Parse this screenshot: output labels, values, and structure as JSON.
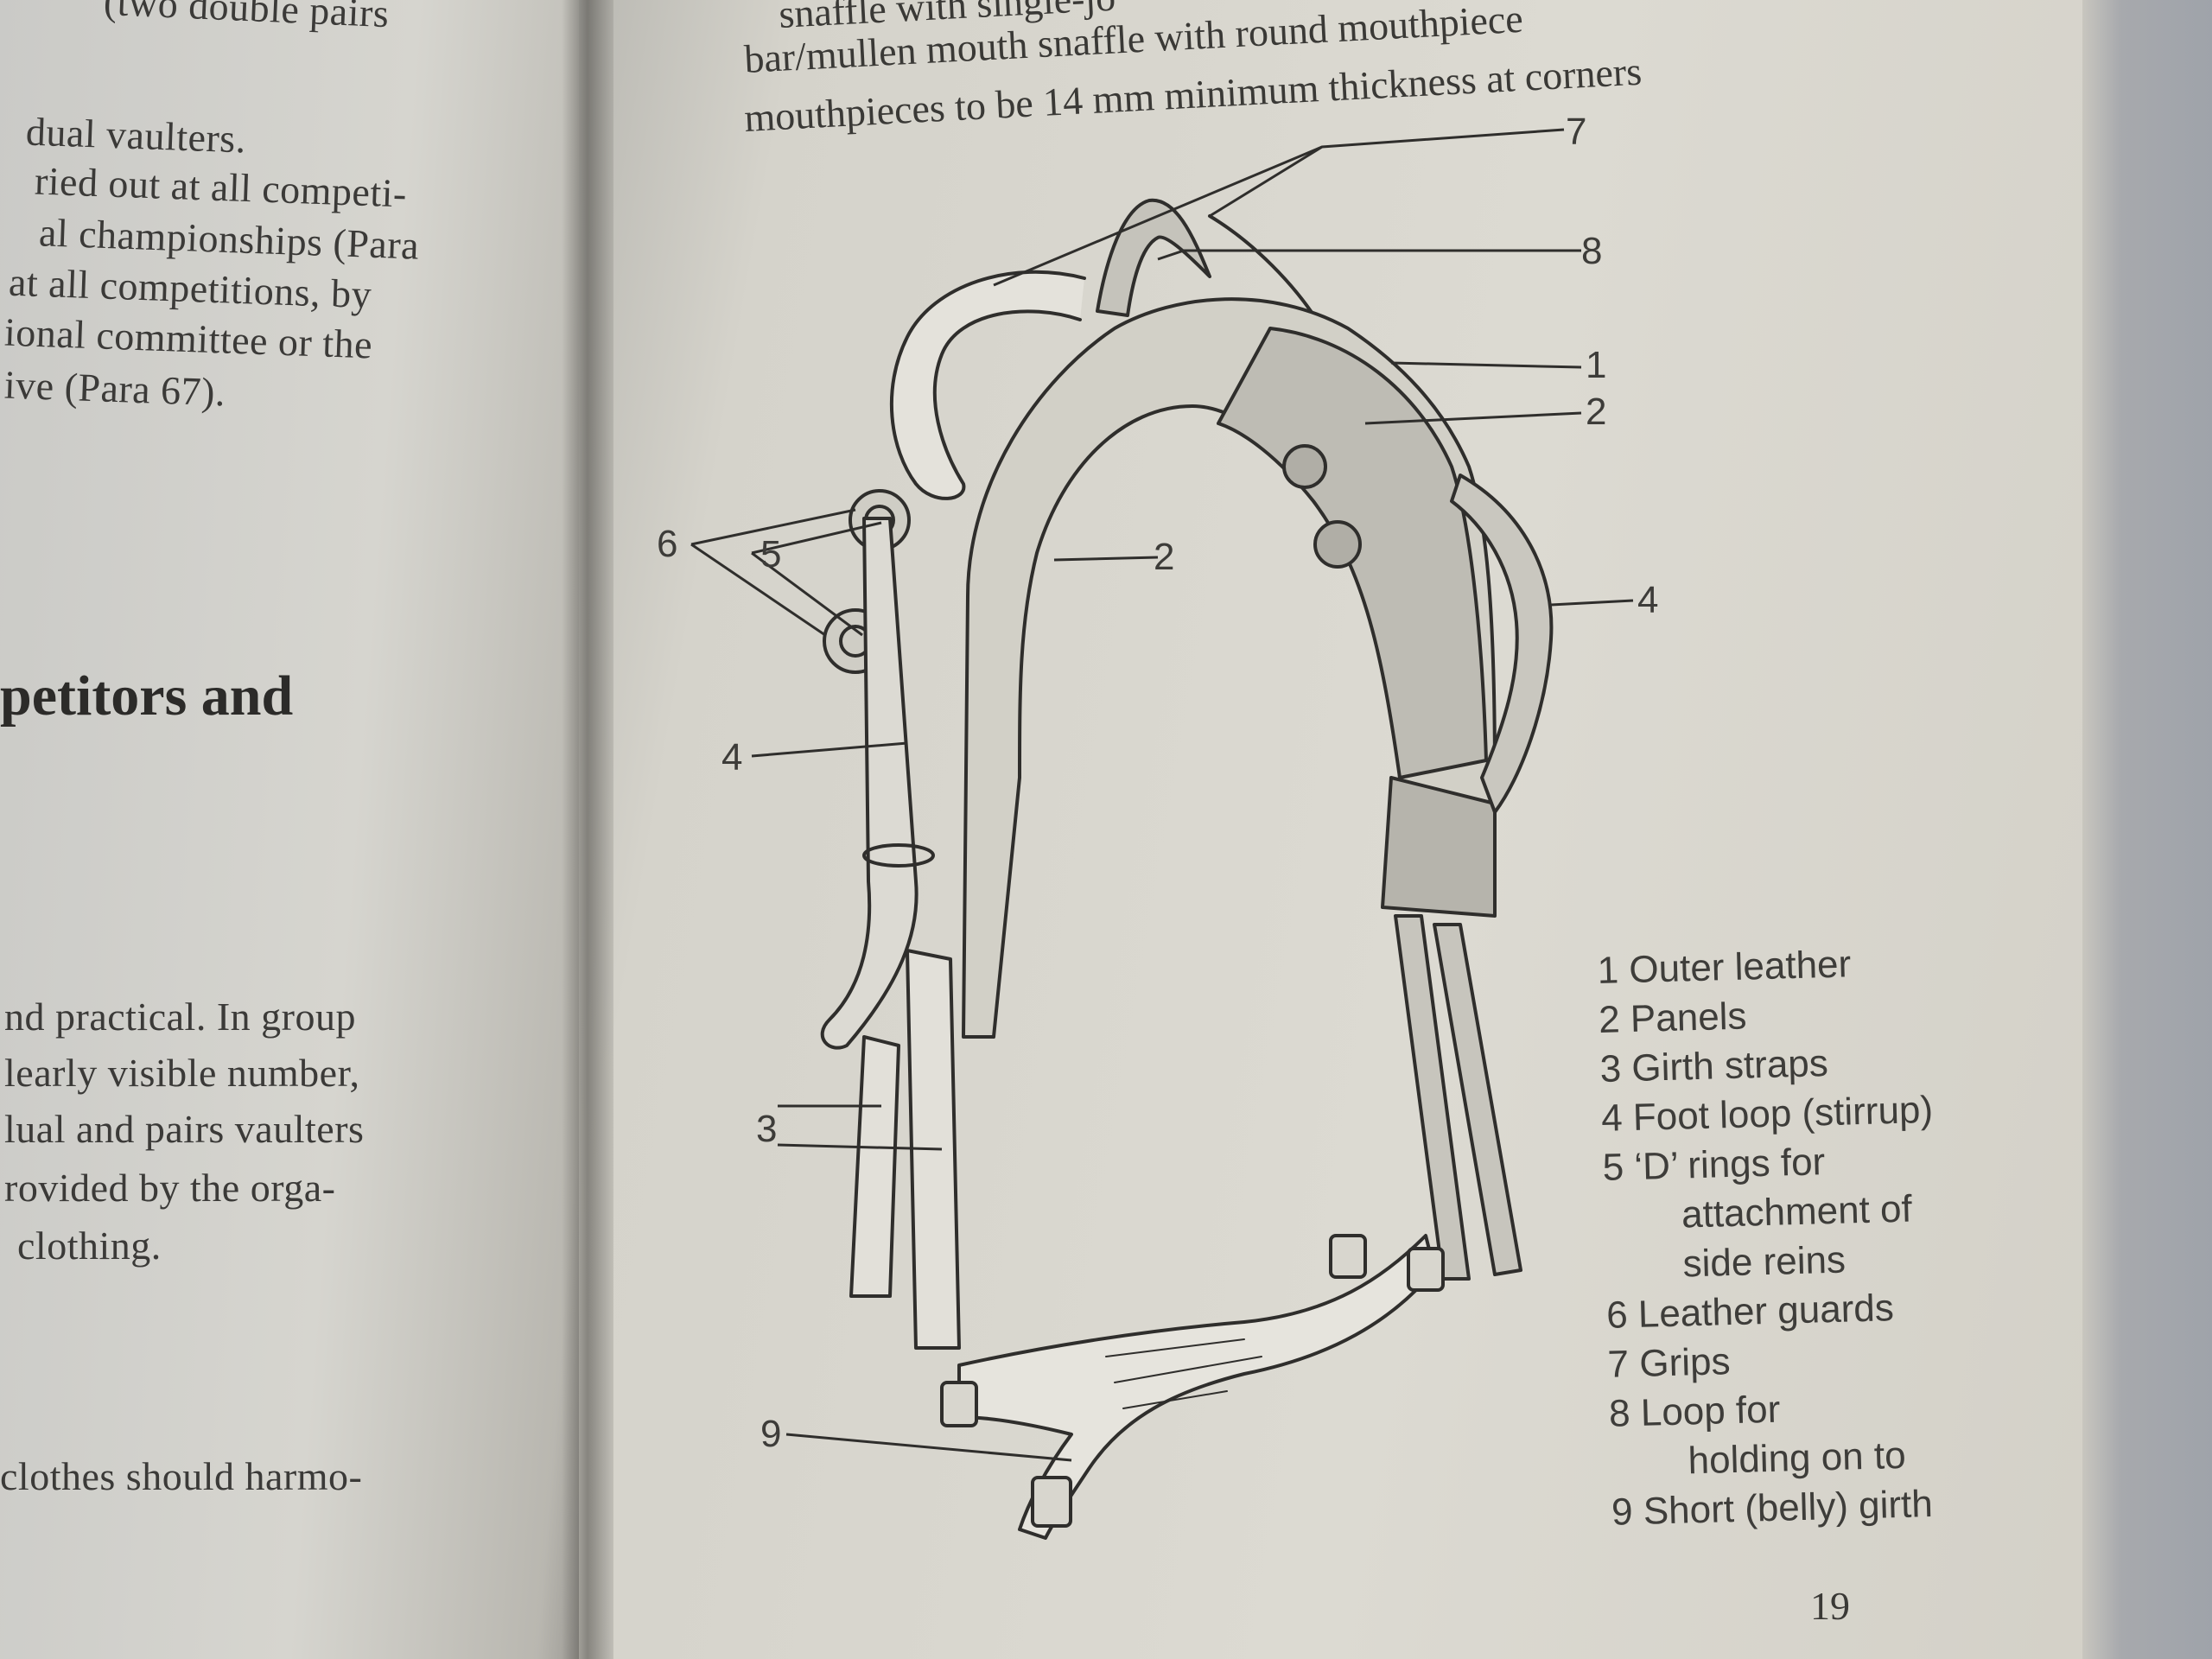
{
  "left_page": {
    "lines_top": [
      "(two double pairs",
      "dual vaulters.",
      "ried out at all competi-",
      "al championships (Para",
      "at all competitions, by",
      "ional committee or the",
      "ive (Para 67)."
    ],
    "heading": "petitors and",
    "lines_bottom": [
      "nd practical. In group",
      "learly visible number,",
      "lual and pairs vaulters",
      "rovided by the orga-",
      "clothing.",
      "clothes should harmo-"
    ]
  },
  "right_page": {
    "top_lines": [
      "snaffle with single-jo",
      "bar/mullen mouth snaffle with round mouthpiece",
      "mouthpieces to be 14 mm minimum thickness at corners"
    ],
    "callouts": {
      "c1": "1",
      "c2a": "2",
      "c2b": "2",
      "c3": "3",
      "c4a": "4",
      "c4b": "4",
      "c5": "5",
      "c6": "6",
      "c7": "7",
      "c8": "8",
      "c9": "9"
    },
    "legend": [
      "1 Outer leather",
      "2 Panels",
      "3 Girth straps",
      "4 Foot loop (stirrup)",
      "5 ‘D’ rings for",
      "attachment of",
      "side reins",
      "6 Leather guards",
      "7 Grips",
      "8 Loop for",
      "holding on to",
      "9 Short (belly) girth"
    ],
    "page_number": "19"
  }
}
